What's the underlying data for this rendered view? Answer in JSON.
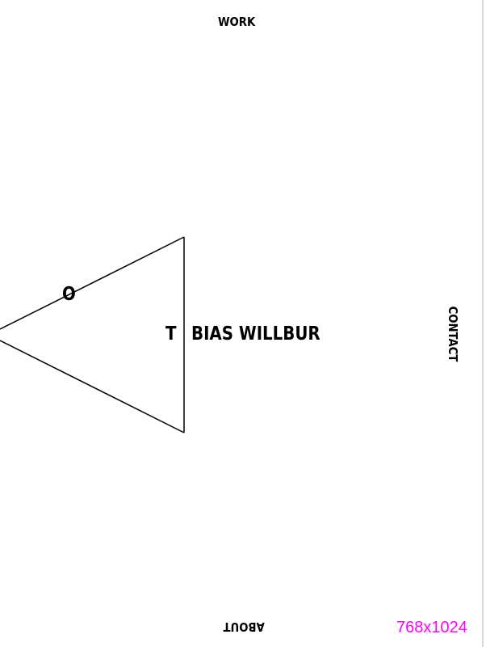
{
  "nav": {
    "work": "WORK",
    "about": "ABOUT",
    "contact": "CONTACT"
  },
  "logo": {
    "letter_o": "O",
    "letter_t": "T",
    "rest": "BIAS WILLBUR"
  },
  "viewport_label": {
    "text": "768x1024",
    "color": "#ff00ff"
  },
  "colors": {
    "background": "#ffffff",
    "text": "#000000",
    "rule": "#d9d9d9"
  }
}
